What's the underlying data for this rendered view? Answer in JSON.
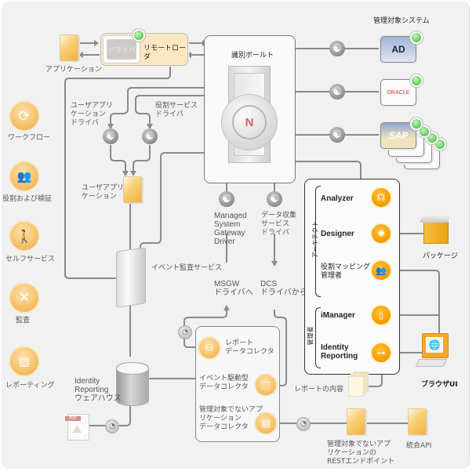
{
  "title": "Identity Manager アーキテクチャ",
  "remote_loader": {
    "driver_label": "ドライバ",
    "label": "リモートローダ"
  },
  "application": {
    "label": "アプリケーション"
  },
  "identity_vault": {
    "label": "識別ボールト",
    "logo_letter": "N"
  },
  "managed_systems": {
    "title": "管理対象システム",
    "items": [
      {
        "name": "AD",
        "logo": "AD"
      },
      {
        "name": "ORACLE",
        "logo": "ORACLE"
      },
      {
        "name": "SAP",
        "logo": "SAP"
      }
    ]
  },
  "left_features": [
    {
      "label": "ワークフロー",
      "icon": "workflow-icon"
    },
    {
      "label": "役割および検証",
      "icon": "roles-icon"
    },
    {
      "label": "セルフサービス",
      "icon": "self-service-icon"
    },
    {
      "label": "監査",
      "icon": "audit-icon"
    },
    {
      "label": "レポーティング",
      "icon": "reporting-icon"
    }
  ],
  "drivers": {
    "user_app_driver": "ユーザアプリ\nケーション\nドライバ",
    "role_service_driver": "役割サービス\nドライバ",
    "msgw_driver": "Managed\nSystem\nGateway\nDriver",
    "dcs_driver": "データ収集\nサービス\nドライバ"
  },
  "user_application": {
    "label": "ユーザアプリ\nケーション"
  },
  "event_audit_service": {
    "label": "イベント監査サービス"
  },
  "msgw_to": "MSGW\nドライバへ",
  "dcs_from": "DCS\nドライバから",
  "warehouse": {
    "label": "Identity\nReporting\nウェアハウス"
  },
  "collectors": [
    {
      "label": "レポート\nデータコレクタ",
      "icon": "database-icon"
    },
    {
      "label": "イベント駆動型\nデータコレクタ",
      "icon": "box-icon"
    },
    {
      "label": "管理対象でないアプ\nリケーション\nデータコレクタ",
      "icon": "document-icon"
    }
  ],
  "tools": {
    "architect_group_label": "アーキテクト",
    "admin_group_label": "管理者",
    "architect_items": [
      {
        "label": "Analyzer",
        "icon": "head-icon"
      },
      {
        "label": "Designer",
        "icon": "lightbulb-icon"
      },
      {
        "label": "役割マッピング\n管理者",
        "icon": "users-icon"
      }
    ],
    "admin_items": [
      {
        "label": "iManager",
        "icon": "device-icon"
      },
      {
        "label": "Identity\nReporting",
        "icon": "network-icon"
      }
    ]
  },
  "package": {
    "label": "パッケージ"
  },
  "browser_ui": {
    "label": "ブラウザUI"
  },
  "report_content": {
    "label": "レポートの内容"
  },
  "rest_endpoint": {
    "label": "管理対象でないアプ\nリケーションの\nRESTエンドポイント"
  },
  "integration_api": {
    "label": "統合API"
  },
  "pdf": {
    "tag": "PDF"
  }
}
